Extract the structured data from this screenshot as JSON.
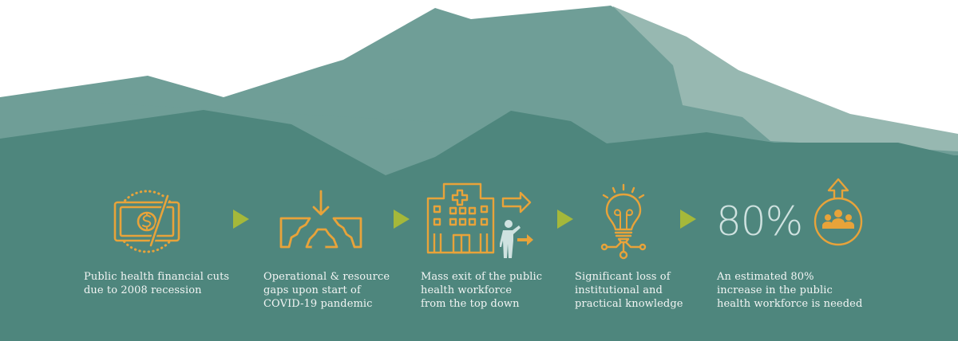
{
  "colors": {
    "mountain_light": "#97b8b1",
    "mountain_mid": "#6f9e97",
    "mountain_dark": "#4e867d",
    "icon_accent": "#e8a33a",
    "arrow_green": "#a5b83a",
    "text_light": "#f2f5f4",
    "figure_light": "#cfe2e0"
  },
  "steps": [
    {
      "icon": "money-cut-icon",
      "caption_lines": [
        "Public health financial cuts",
        "due to 2008 recession"
      ]
    },
    {
      "icon": "gap-pressure-icon",
      "caption_lines": [
        "Operational & resource",
        "gaps upon start of",
        "COVID-19 pandemic"
      ]
    },
    {
      "icon": "hospital-exit-icon",
      "caption_lines": [
        "Mass exit of the public",
        "health workforce",
        "from the top down"
      ]
    },
    {
      "icon": "lightbulb-network-icon",
      "caption_lines": [
        "Significant loss of",
        "institutional and",
        "practical knowledge"
      ]
    },
    {
      "icon": "workforce-growth-icon",
      "stat": "80%",
      "caption_lines": [
        "An estimated 80%",
        "increase in the public",
        "health workforce is needed"
      ]
    }
  ],
  "arrows": [
    "arrow-1",
    "arrow-2",
    "arrow-3",
    "arrow-4"
  ]
}
